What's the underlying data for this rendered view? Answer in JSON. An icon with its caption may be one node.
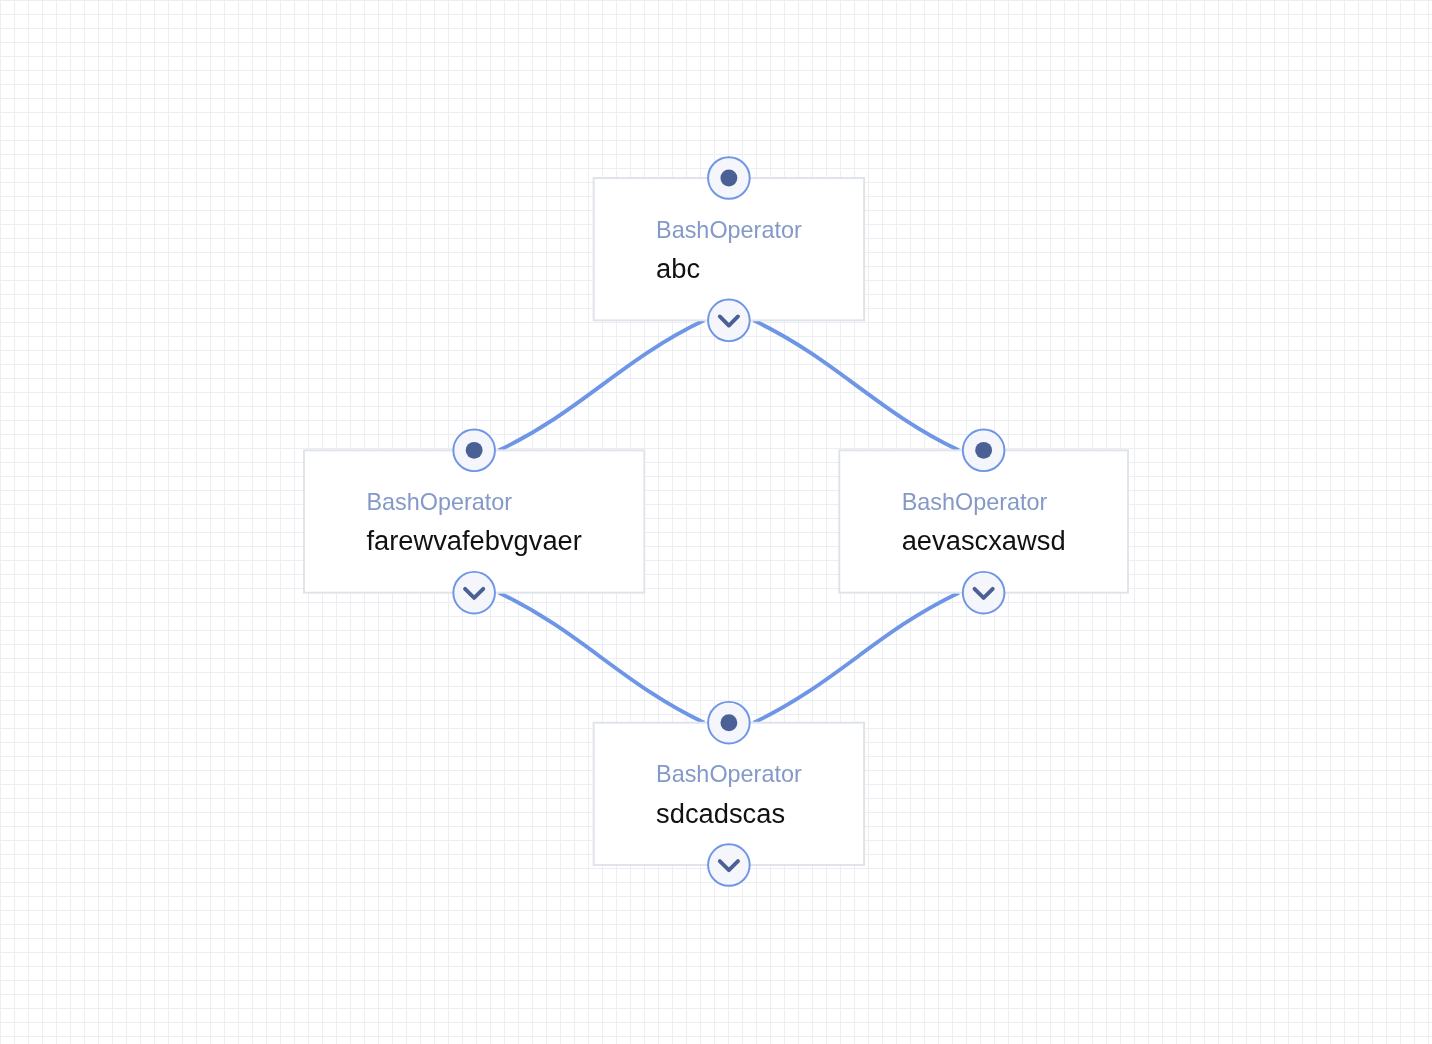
{
  "diagram": {
    "nodes": [
      {
        "text": [
          "BashOperator",
          "abc"
        ]
      },
      {
        "text": [
          "BashOperator",
          "farewvafebvgvaer"
        ]
      },
      {
        "text": [
          "BashOperator",
          "aevascxawsd"
        ]
      },
      {
        "text": [
          "BashOperator",
          "sdcadscas"
        ]
      }
    ],
    "edges": [
      {
        "from": 0,
        "to": 1,
        "arrow": "none"
      },
      {
        "from": 0,
        "to": 2,
        "arrow": "none"
      },
      {
        "from": 1,
        "to": 3,
        "arrow": "none"
      },
      {
        "from": 2,
        "to": 3,
        "arrow": "none"
      }
    ]
  }
}
